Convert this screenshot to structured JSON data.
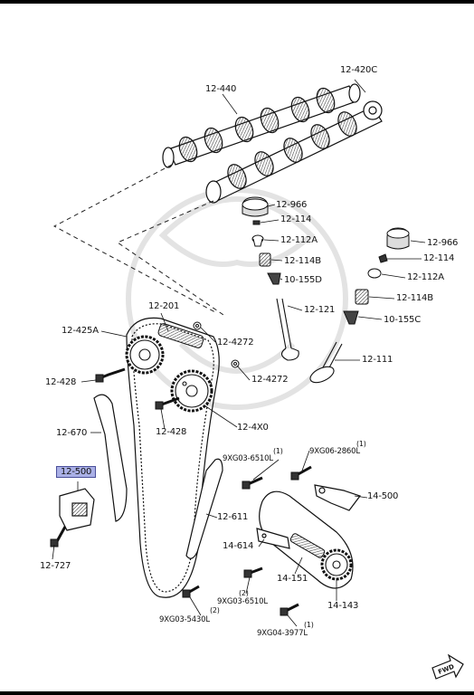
{
  "parts": {
    "p12_440": "12-440",
    "p12_420c": "12-420C",
    "p12_966_a": "12-966",
    "p12_114_a": "12-114",
    "p12_112a_a": "12-112A",
    "p12_114b_a": "12-114B",
    "p10_155d": "10-155D",
    "p12_966_b": "12-966",
    "p12_114_b": "12-114",
    "p12_112a_b": "12-112A",
    "p12_114b_b": "12-114B",
    "p10_155c": "10-155C",
    "p12_121": "12-121",
    "p12_111": "12-111",
    "p12_201": "12-201",
    "p12_425a": "12-425A",
    "p12_4272_a": "12-4272",
    "p12_4272_b": "12-4272",
    "p12_428_a": "12-428",
    "p12_428_b": "12-428",
    "p12_4x0": "12-4X0",
    "p12_670": "12-670",
    "p12_500": "12-500",
    "p12_727": "12-727",
    "p9xg03_6510l_a": "9XG03-6510L",
    "p9xg06_2860l": "9XG06-2860L",
    "p14_500": "14-500",
    "p12_611": "12-611",
    "p14_614": "14-614",
    "p14_151": "14-151",
    "p9xg03_6510l_b": "9XG03-6510L",
    "p14_143": "14-143",
    "p9xg03_5430l": "9XG03-5430L",
    "p9xg04_3977l": "9XG04-3977L"
  },
  "notes": {
    "n1_a": "(1)",
    "n1_b": "(1)",
    "n2_a": "(2)",
    "n2_b": "(2)",
    "n1_c": "(1)"
  },
  "fwd_label": "FWD",
  "colors": {
    "highlight": "#aab0e6",
    "ink": "#111111"
  }
}
